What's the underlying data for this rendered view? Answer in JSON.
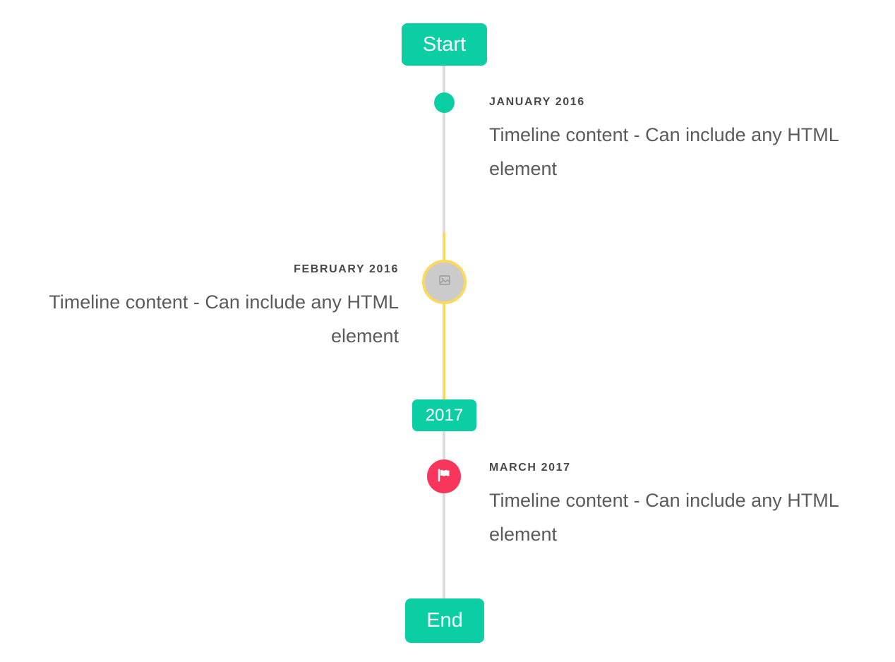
{
  "colors": {
    "accent": "#0bcea4",
    "line": "#dcdcdc",
    "highlight": "#fbd85e",
    "marker-red": "#f8365c",
    "marker-gray": "#cbcbcb",
    "title-text": "#484848",
    "body-text": "#5b5b5b",
    "button-text": "#ffffff"
  },
  "timeline": {
    "start_label": "Start",
    "end_label": "End",
    "year_badge": "2017",
    "entries": [
      {
        "date": "JANUARY 2016",
        "content": "Timeline content - Can include any HTML element",
        "side": "right",
        "marker": "dot"
      },
      {
        "date": "FEBRUARY 2016",
        "content": "Timeline content - Can include any HTML element",
        "side": "left",
        "marker": "broken-image-placeholder"
      },
      {
        "date": "MARCH 2017",
        "content": "Timeline content - Can include any HTML element",
        "side": "right",
        "marker": "flag"
      }
    ]
  }
}
